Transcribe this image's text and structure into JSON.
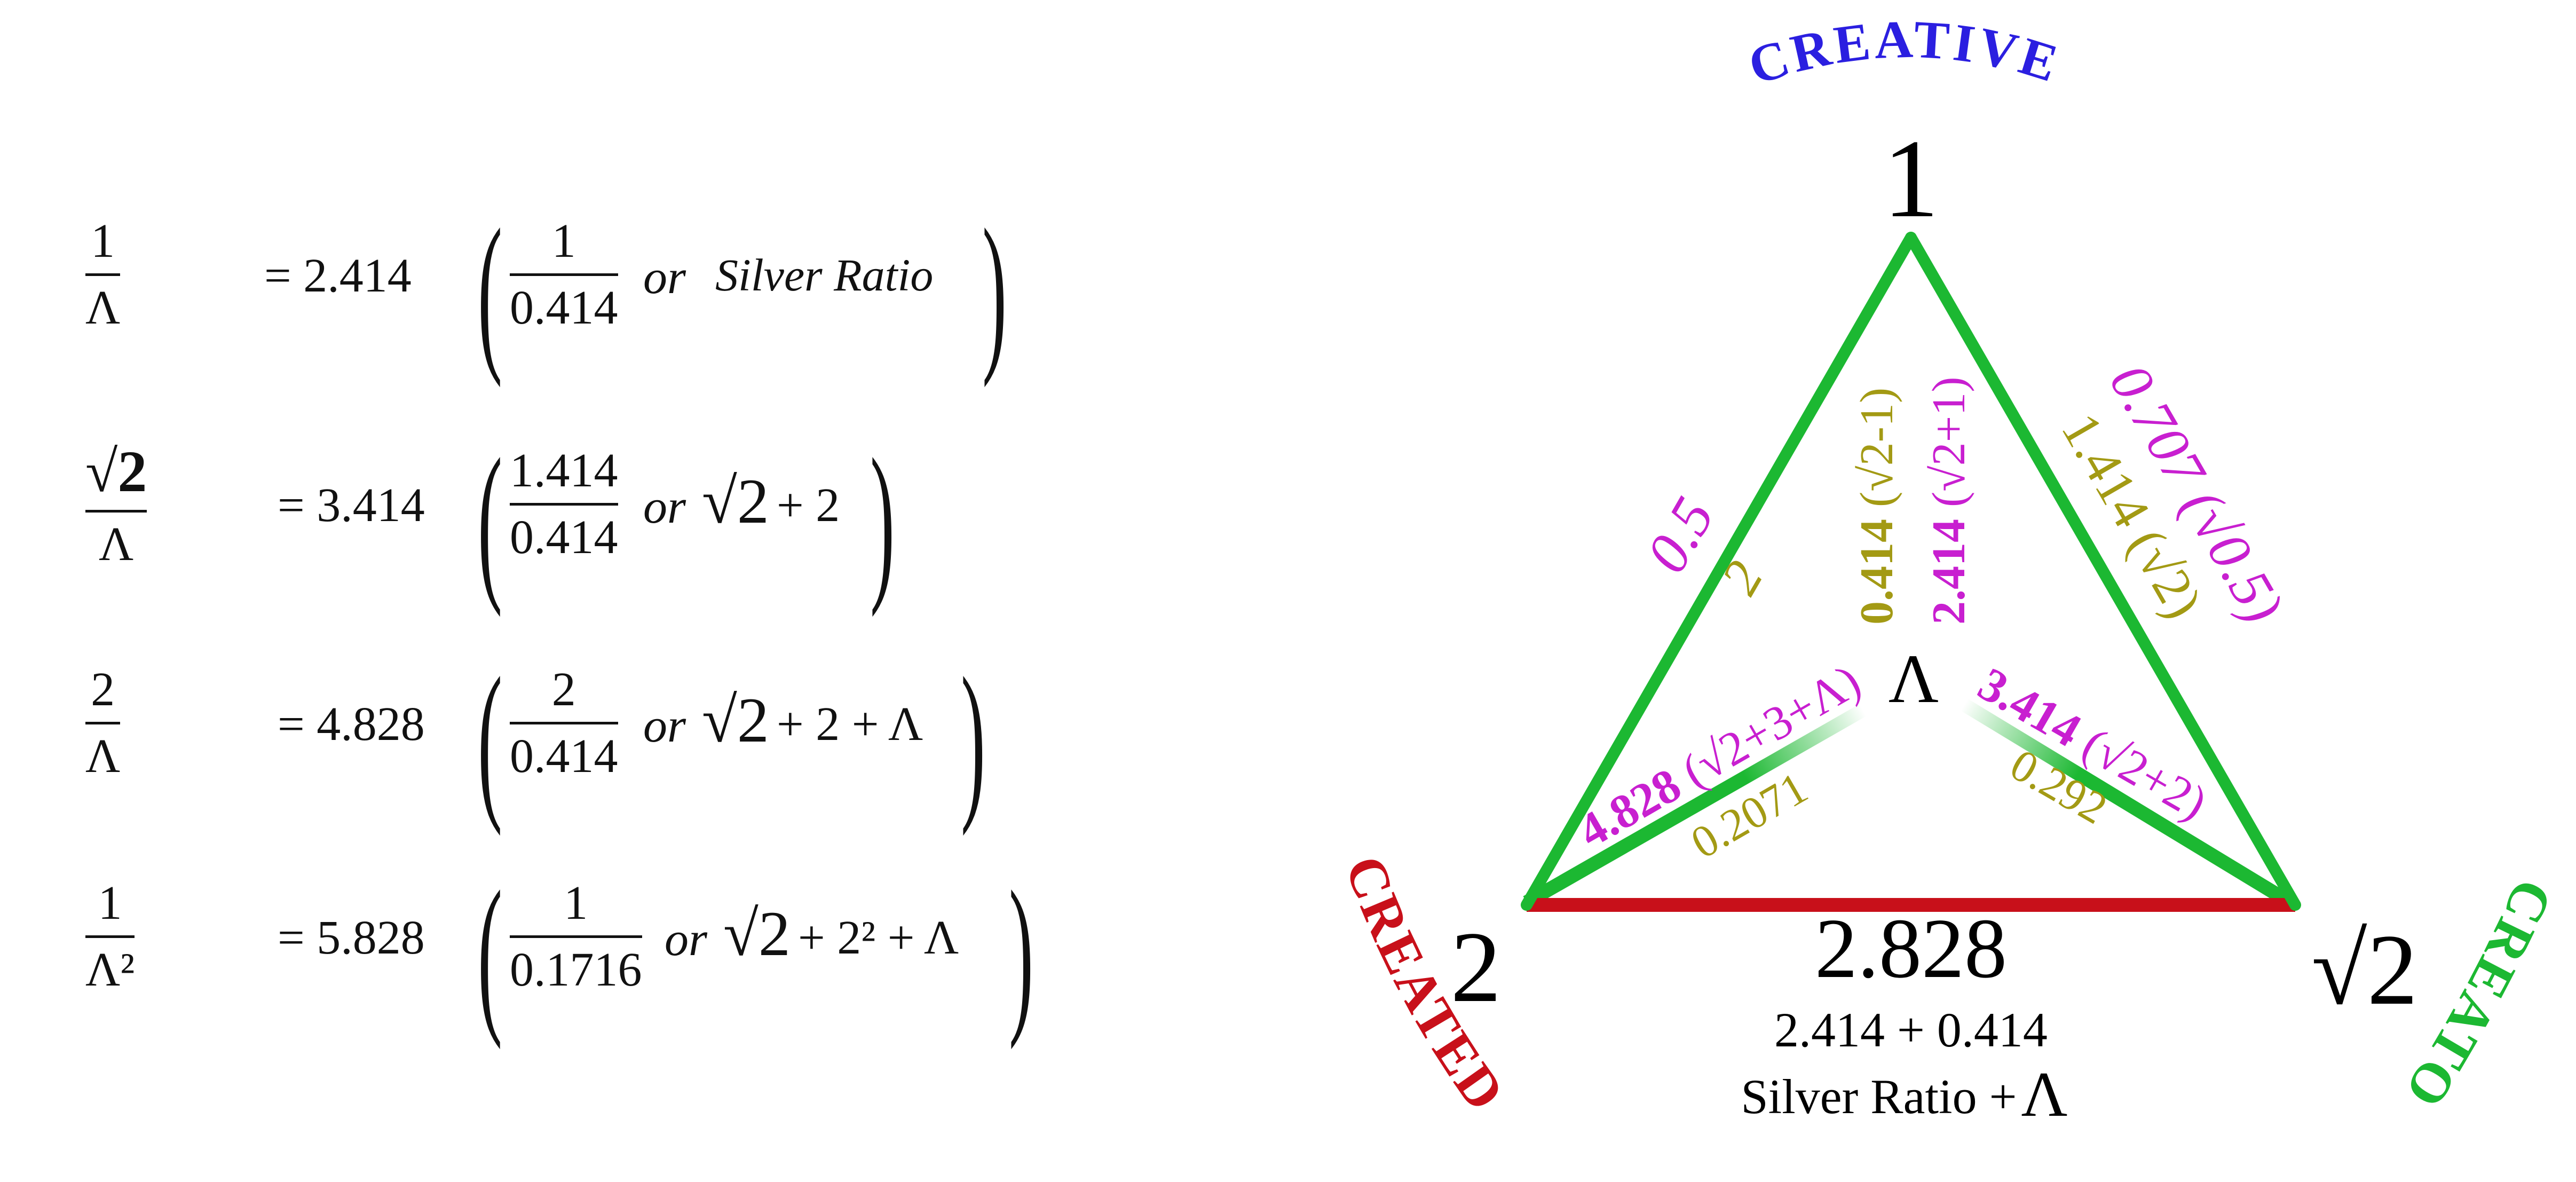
{
  "equations": [
    {
      "num": "1",
      "den": "Λ",
      "value": "= 2.414",
      "inner_num": "1",
      "inner_den": "0.414",
      "or_word": "or",
      "alt": "Silver Ratio"
    },
    {
      "num": "√2",
      "den": "Λ",
      "value": "= 3.414",
      "inner_num": "1.414",
      "inner_den": "0.414",
      "or_word": "or",
      "alt_sqrt": "√2",
      "alt_rest": "+ 2"
    },
    {
      "num": "2",
      "den": "Λ",
      "value": "= 4.828",
      "inner_num": "2",
      "inner_den": "0.414",
      "or_word": "or",
      "alt_sqrt": "√2",
      "alt_rest": "+ 2 + Λ"
    },
    {
      "num": "1",
      "den": "Λ²",
      "value": "= 5.828",
      "inner_num": "1",
      "inner_den": "0.1716",
      "or_word": "or",
      "alt_sqrt": "√2",
      "alt_rest": "+ 2² + Λ"
    }
  ],
  "triangle": {
    "arc_top": "CREATIVE",
    "arc_left": "CREATED",
    "arc_right": "CREATOR",
    "vertex_top": "1",
    "vertex_left": "2",
    "vertex_right": "√2",
    "center": "Λ",
    "left_side_a": "0.5",
    "left_side_b": "2",
    "right_side_a": "0.707 (√0.5)",
    "right_side_b": "1.414 (√2)",
    "center_up_a_bold": "0.414",
    "center_up_a_rest": " (√2-1)",
    "center_up_b_bold": "2.414",
    "center_up_b_rest": " (√2+1)",
    "center_left_bold": "4.828",
    "center_left_rest": " (√2+3+Λ)",
    "center_left_b": "0.2071",
    "center_right_bold": "3.414",
    "center_right_rest": " (√2+2)",
    "center_right_b": "0.292",
    "base_value": "2.828",
    "base_sum": "2.414 + 0.414",
    "base_caption": "Silver Ratio +",
    "base_caption_symbol": "Λ"
  },
  "colors": {
    "blue": "#2b1fe0",
    "red": "#c8101a",
    "green": "#1cb832",
    "magenta": "#c81fd0",
    "olive": "#a39a14"
  }
}
